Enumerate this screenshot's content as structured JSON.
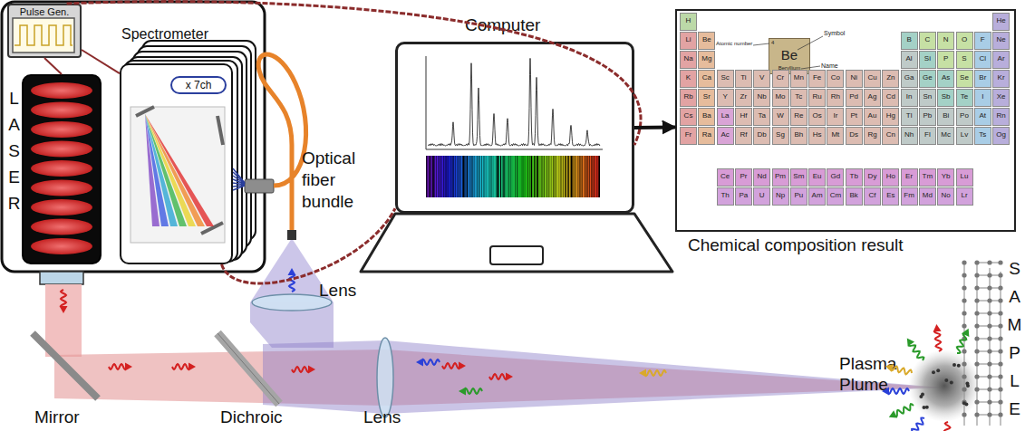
{
  "diagram": {
    "nodes": [
      {
        "text": [
          "Pulse Gen."
        ]
      },
      {
        "text": [
          "Spectrometer"
        ]
      },
      {
        "text": [
          "x 7ch"
        ],
        "in": 1
      },
      {
        "text": [
          "LASER"
        ]
      },
      {
        "text": [
          "Computer"
        ]
      },
      {
        "text": [
          "Chemical composition result"
        ]
      }
    ],
    "edges": [
      {
        "from": 0,
        "to": 4,
        "arrow": "none"
      },
      {
        "from": 1,
        "to": 4,
        "arrow": "none"
      },
      {
        "from": 0,
        "to": 3,
        "arrow": "none"
      },
      {
        "from": 0,
        "to": 1,
        "arrow": "none"
      },
      {
        "from": 4,
        "to": 5,
        "arrow": "to"
      }
    ],
    "labels": [
      "H",
      "He",
      "Li",
      "Be",
      "B",
      "C",
      "N",
      "O",
      "F",
      "Ne",
      "Na",
      "Mg",
      "Al",
      "Si",
      "P",
      "S",
      "Cl",
      "Ar",
      "K",
      "Ca",
      "Sc",
      "Ti",
      "V",
      "Cr",
      "Mn",
      "Fe",
      "Co",
      "Ni",
      "Cu",
      "Zn",
      "Ga",
      "Ge",
      "As",
      "Se",
      "Br",
      "Kr",
      "Rb",
      "Sr",
      "Y",
      "Zr",
      "Nb",
      "Mo",
      "Tc",
      "Ru",
      "Rh",
      "Pd",
      "Ag",
      "Cd",
      "In",
      "Sn",
      "Sb",
      "Te",
      "I",
      "Xe",
      "Cs",
      "Ba",
      "La",
      "Hf",
      "Ta",
      "W",
      "Re",
      "Os",
      "Ir",
      "Pt",
      "Au",
      "Hg",
      "Tl",
      "Pb",
      "Bi",
      "Po",
      "At",
      "Rn",
      "Fr",
      "Ra",
      "Ac",
      "Rf",
      "Db",
      "Sg",
      "Bh",
      "Hs",
      "Mt",
      "Ds",
      "Rg",
      "Cn",
      "Nh",
      "Fl",
      "Mc",
      "Lv",
      "Ts",
      "Og",
      "Ce",
      "Pr",
      "Nd",
      "Pm",
      "Sm",
      "Eu",
      "Gd",
      "Tb",
      "Dy",
      "Ho",
      "Er",
      "Tm",
      "Yb",
      "Lu",
      "Th",
      "Pa",
      "U",
      "Np",
      "Pu",
      "Am",
      "Cm",
      "Bk",
      "Cf",
      "Es",
      "Fm",
      "Md",
      "No",
      "Lr",
      "4",
      "Be",
      "Beryllium",
      "Atomic number",
      "Symbol",
      "Name",
      "Optical fiber bundle",
      "Lens",
      "Mirror",
      "Dichroic",
      "Lens",
      "Plasma Plume",
      "SAMPLE"
    ]
  }
}
